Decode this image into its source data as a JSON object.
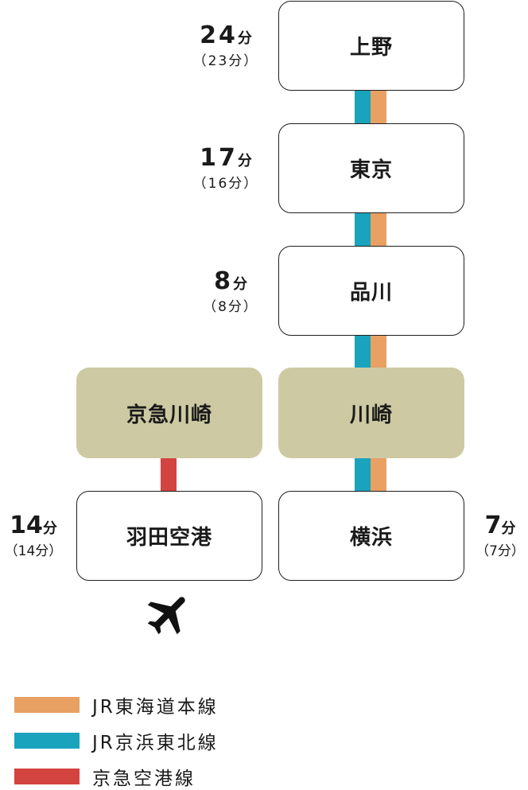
{
  "colors": {
    "tokaido": "#e8a063",
    "keihin_tohoku": "#1aa3bd",
    "keikyu_airport": "#d3433f",
    "hub_fill": "#cdcaa3"
  },
  "stations": {
    "ueno": "上野",
    "tokyo": "東京",
    "shinagawa": "品川",
    "keikyu_kawasaki": "京急川崎",
    "kawasaki": "川崎",
    "haneda": "羽田空港",
    "yokohama": "横浜"
  },
  "times": {
    "ueno": {
      "main": "24",
      "unit": "分",
      "sub": "（23分）"
    },
    "tokyo": {
      "main": "17",
      "unit": "分",
      "sub": "（16分）"
    },
    "shinagawa": {
      "main": "8",
      "unit": "分",
      "sub": "（8分）"
    },
    "haneda": {
      "main": "14",
      "unit": "分",
      "sub": "（14分）"
    },
    "yokohama": {
      "main": "7",
      "unit": "分",
      "sub": "（7分）"
    }
  },
  "icons": {
    "plane": "airplane-icon"
  },
  "legend": [
    {
      "label": "JR東海道本線",
      "color": "#e8a063"
    },
    {
      "label": "JR京浜東北線",
      "color": "#1aa3bd"
    },
    {
      "label": "京急空港線",
      "color": "#d3433f"
    }
  ]
}
